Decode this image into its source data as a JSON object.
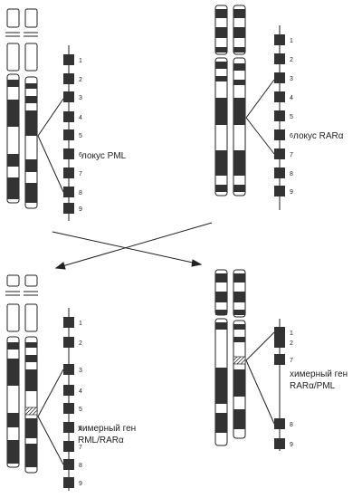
{
  "labels": {
    "locus_pml": "локус PML",
    "locus_rar": "локус RARα",
    "chimeric_q1_line1": "химерный ген",
    "chimeric_q1_line2": "RML/RARα",
    "chimeric_q2_line1": "химерный ген",
    "chimeric_q2_line2": "RARα/PML"
  },
  "exons": {
    "top_left": [
      "1",
      "2",
      "3",
      "4",
      "5",
      "6",
      "7",
      "8",
      "9"
    ],
    "top_right": [
      "1",
      "2",
      "3",
      "4",
      "5",
      "6",
      "7",
      "8",
      "9"
    ],
    "bottom_left": [
      "1",
      "2",
      "3",
      "4",
      "5",
      "6",
      "7",
      "8",
      "9"
    ],
    "bottom_right": [
      "1",
      "2",
      "7",
      "8",
      "9"
    ]
  },
  "colors": {
    "ink": "#222222",
    "band": "#333333",
    "paper": "#ffffff"
  }
}
